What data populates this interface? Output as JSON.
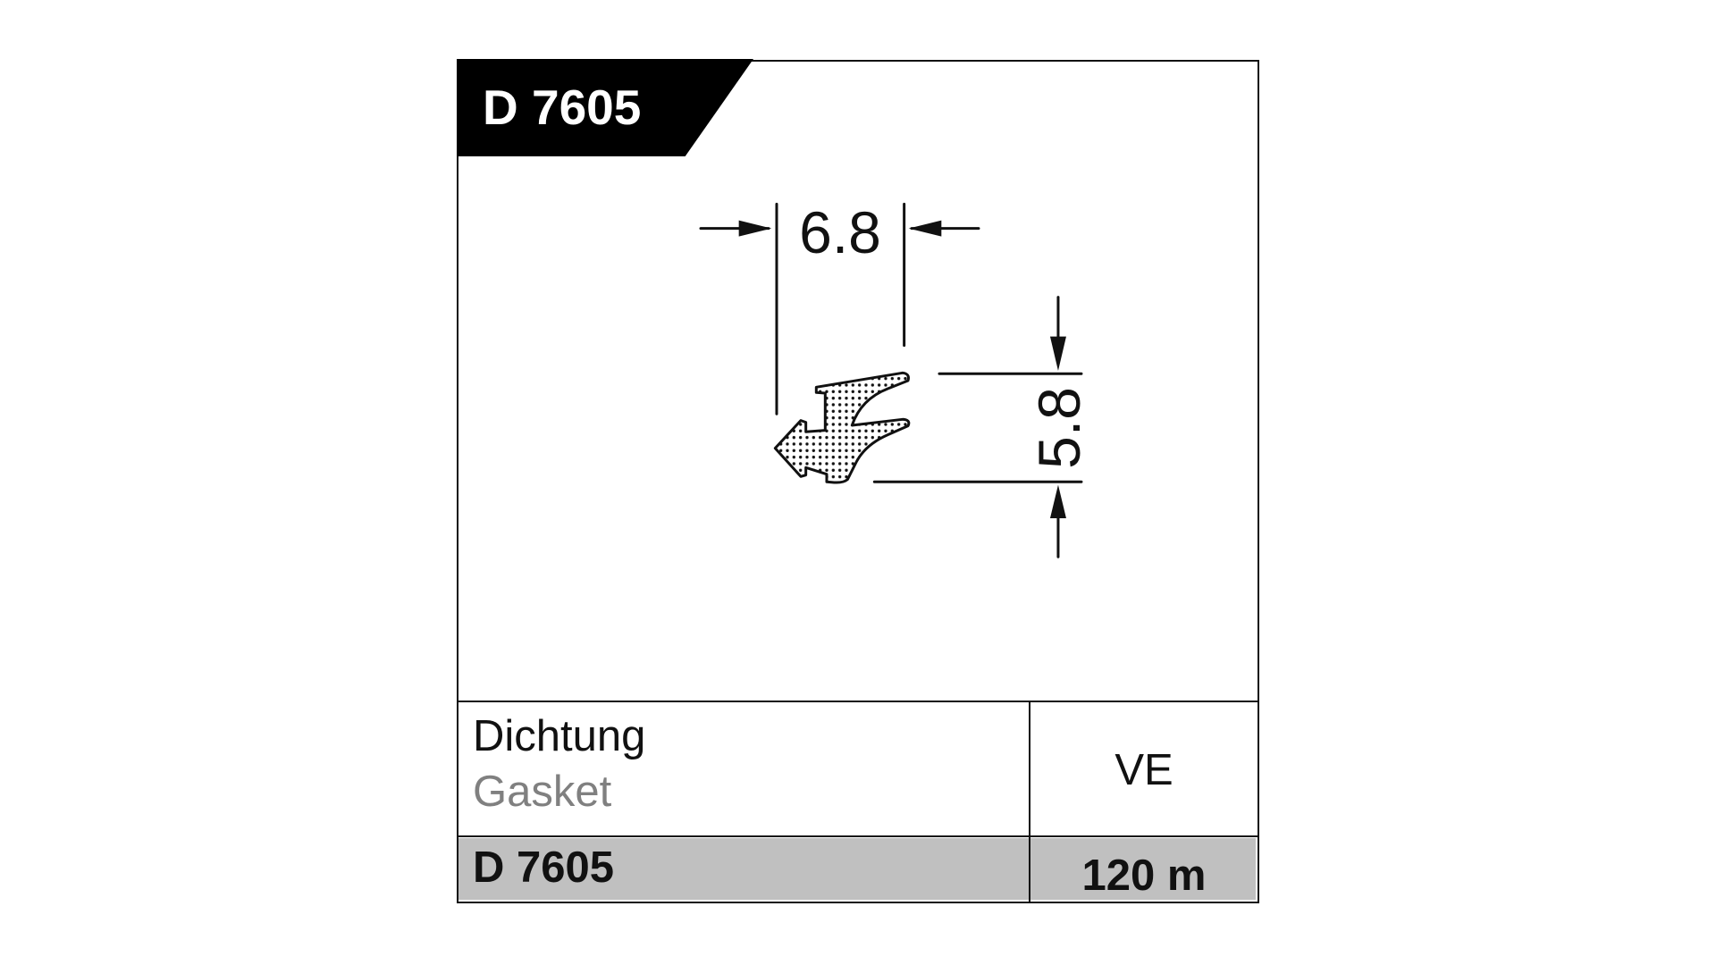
{
  "header": {
    "code": "D 7605"
  },
  "drawing": {
    "width_dim": "6.8",
    "height_dim": "5.8"
  },
  "table": {
    "name_de": "Dichtung",
    "name_en": "Gasket",
    "unit_label": "VE",
    "article": "D 7605",
    "quantity": "120 m"
  },
  "colors": {
    "name_en": "#808080",
    "footer_bg": "#c0c0c0"
  }
}
